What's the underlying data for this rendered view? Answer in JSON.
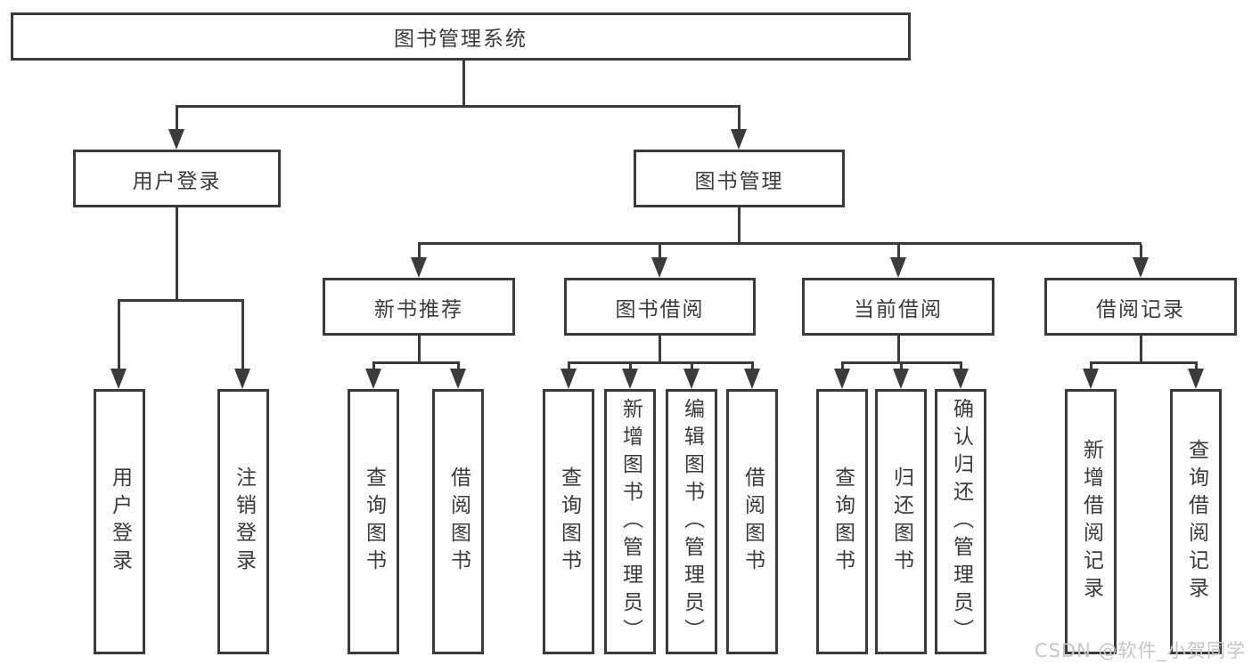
{
  "diagram_type": "tree",
  "colors": {
    "line": "#3b3b3b",
    "text": "#3b3b3b",
    "watermark": "#c6c6c6",
    "background": "#ffffff"
  },
  "nodes": {
    "root": {
      "label": "图书管理系统",
      "children": [
        {
          "label": "用户登录",
          "children": [
            {
              "label": "用户登录"
            },
            {
              "label": "注销登录"
            }
          ]
        },
        {
          "label": "图书管理",
          "children": [
            {
              "label": "新书推荐",
              "children": [
                {
                  "label": "查询图书"
                },
                {
                  "label": "借阅图书"
                }
              ]
            },
            {
              "label": "图书借阅",
              "children": [
                {
                  "label": "查询图书"
                },
                {
                  "label": "新增图书（管理员）"
                },
                {
                  "label": "编辑图书（管理员）"
                },
                {
                  "label": "借阅图书"
                }
              ]
            },
            {
              "label": "当前借阅",
              "children": [
                {
                  "label": "查询图书"
                },
                {
                  "label": "归还图书"
                },
                {
                  "label": "确认归还（管理员）"
                }
              ]
            },
            {
              "label": "借阅记录",
              "children": [
                {
                  "label": "新增借阅记录"
                },
                {
                  "label": "查询借阅记录"
                }
              ]
            }
          ]
        }
      ]
    }
  },
  "watermark": {
    "text": "CSDN @软件_小贺同学"
  }
}
